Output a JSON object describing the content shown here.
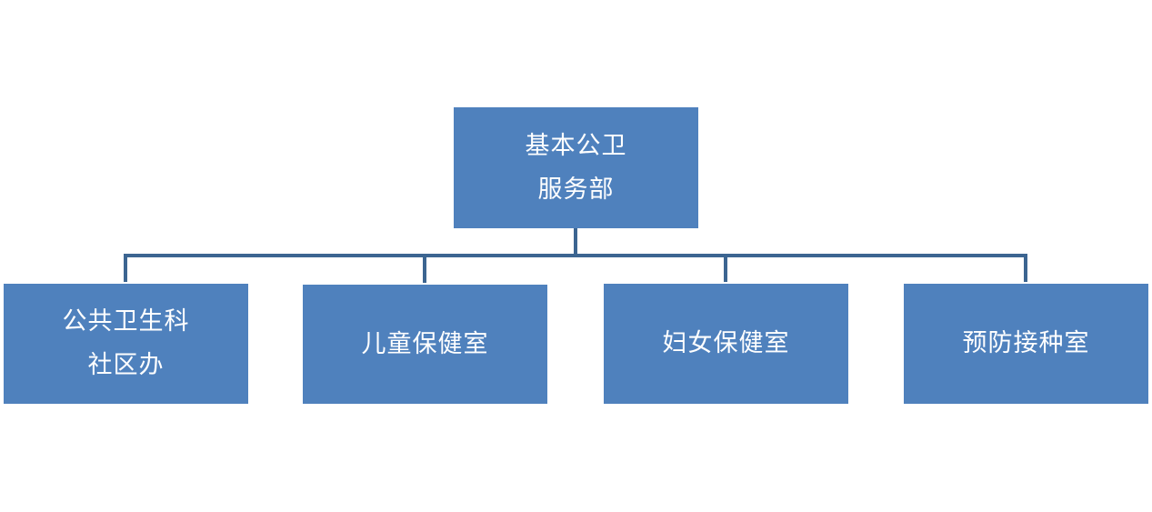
{
  "colors": {
    "box_fill": "#4f81bd",
    "connector": "#3c6591",
    "text": "#ffffff"
  },
  "org_chart": {
    "root": {
      "lines": [
        "基本公卫",
        "服务部"
      ]
    },
    "children": [
      {
        "lines": [
          "公共卫生科",
          "社区办"
        ]
      },
      {
        "lines": [
          "儿童保健室"
        ]
      },
      {
        "lines": [
          "妇女保健室"
        ]
      },
      {
        "lines": [
          "预防接种室"
        ]
      }
    ]
  }
}
